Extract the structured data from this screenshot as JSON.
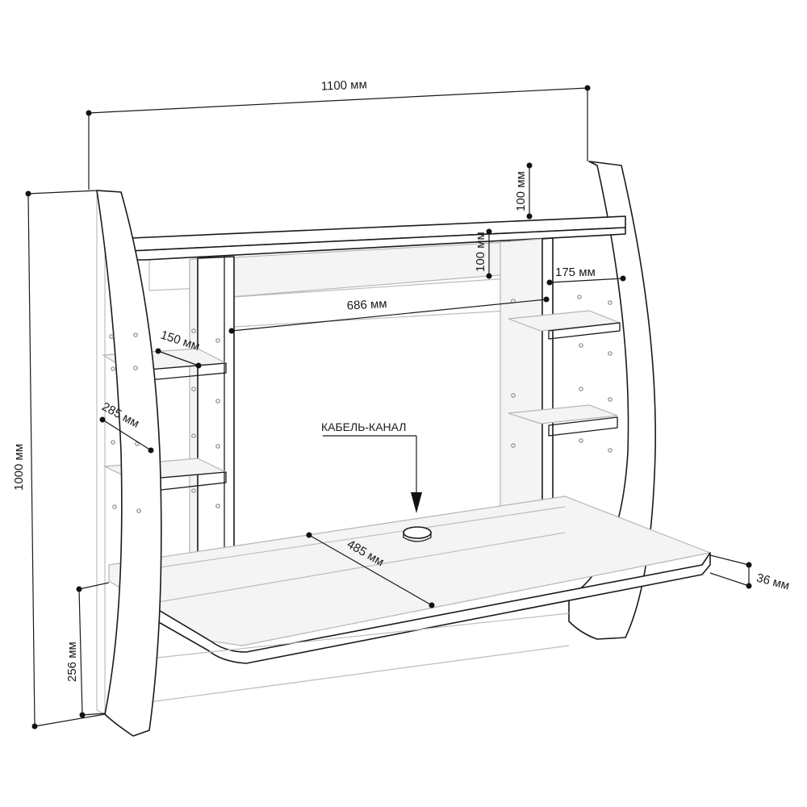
{
  "dimensions": {
    "width": "1100 мм",
    "height": "1000 мм",
    "top_shelf_gap": "100 мм",
    "upper_panel_height": "100 мм",
    "right_shelf_width": "175 мм",
    "inner_width": "686 мм",
    "left_shelf_width": "150 мм",
    "left_shelf_spacing": "285 мм",
    "desk_depth": "485 мм",
    "desk_thickness": "36 мм",
    "floor_to_desk": "256 мм"
  },
  "callout": {
    "cable_channel": "КАБЕЛЬ-КАНАЛ"
  }
}
